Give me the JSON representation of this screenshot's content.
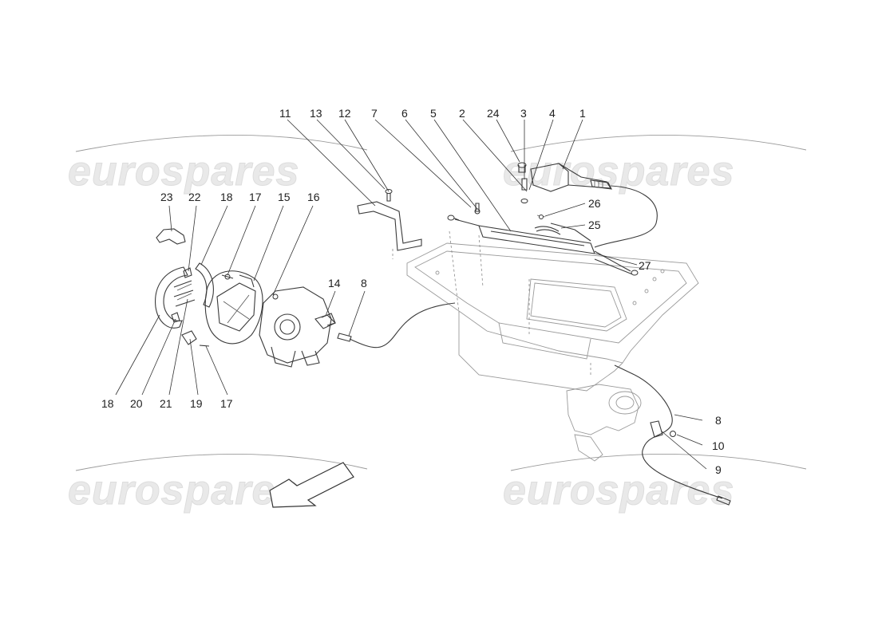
{
  "watermark": {
    "text": "eurospares"
  },
  "callouts": [
    {
      "id": "c11",
      "text": "11"
    },
    {
      "id": "c13",
      "text": "13"
    },
    {
      "id": "c12",
      "text": "12"
    },
    {
      "id": "c7",
      "text": "7"
    },
    {
      "id": "c6",
      "text": "6"
    },
    {
      "id": "c5",
      "text": "5"
    },
    {
      "id": "c2",
      "text": "2"
    },
    {
      "id": "c24",
      "text": "24"
    },
    {
      "id": "c3",
      "text": "3"
    },
    {
      "id": "c4",
      "text": "4"
    },
    {
      "id": "c1",
      "text": "1"
    },
    {
      "id": "c26",
      "text": "26"
    },
    {
      "id": "c25",
      "text": "25"
    },
    {
      "id": "c27",
      "text": "27"
    },
    {
      "id": "c23",
      "text": "23"
    },
    {
      "id": "c22",
      "text": "22"
    },
    {
      "id": "c18a",
      "text": "18"
    },
    {
      "id": "c17a",
      "text": "17"
    },
    {
      "id": "c15",
      "text": "15"
    },
    {
      "id": "c16",
      "text": "16"
    },
    {
      "id": "c14",
      "text": "14"
    },
    {
      "id": "c8a",
      "text": "8"
    },
    {
      "id": "c18b",
      "text": "18"
    },
    {
      "id": "c20",
      "text": "20"
    },
    {
      "id": "c21",
      "text": "21"
    },
    {
      "id": "c19",
      "text": "19"
    },
    {
      "id": "c17b",
      "text": "17"
    },
    {
      "id": "c8b",
      "text": "8"
    },
    {
      "id": "c10",
      "text": "10"
    },
    {
      "id": "c9",
      "text": "9"
    }
  ]
}
